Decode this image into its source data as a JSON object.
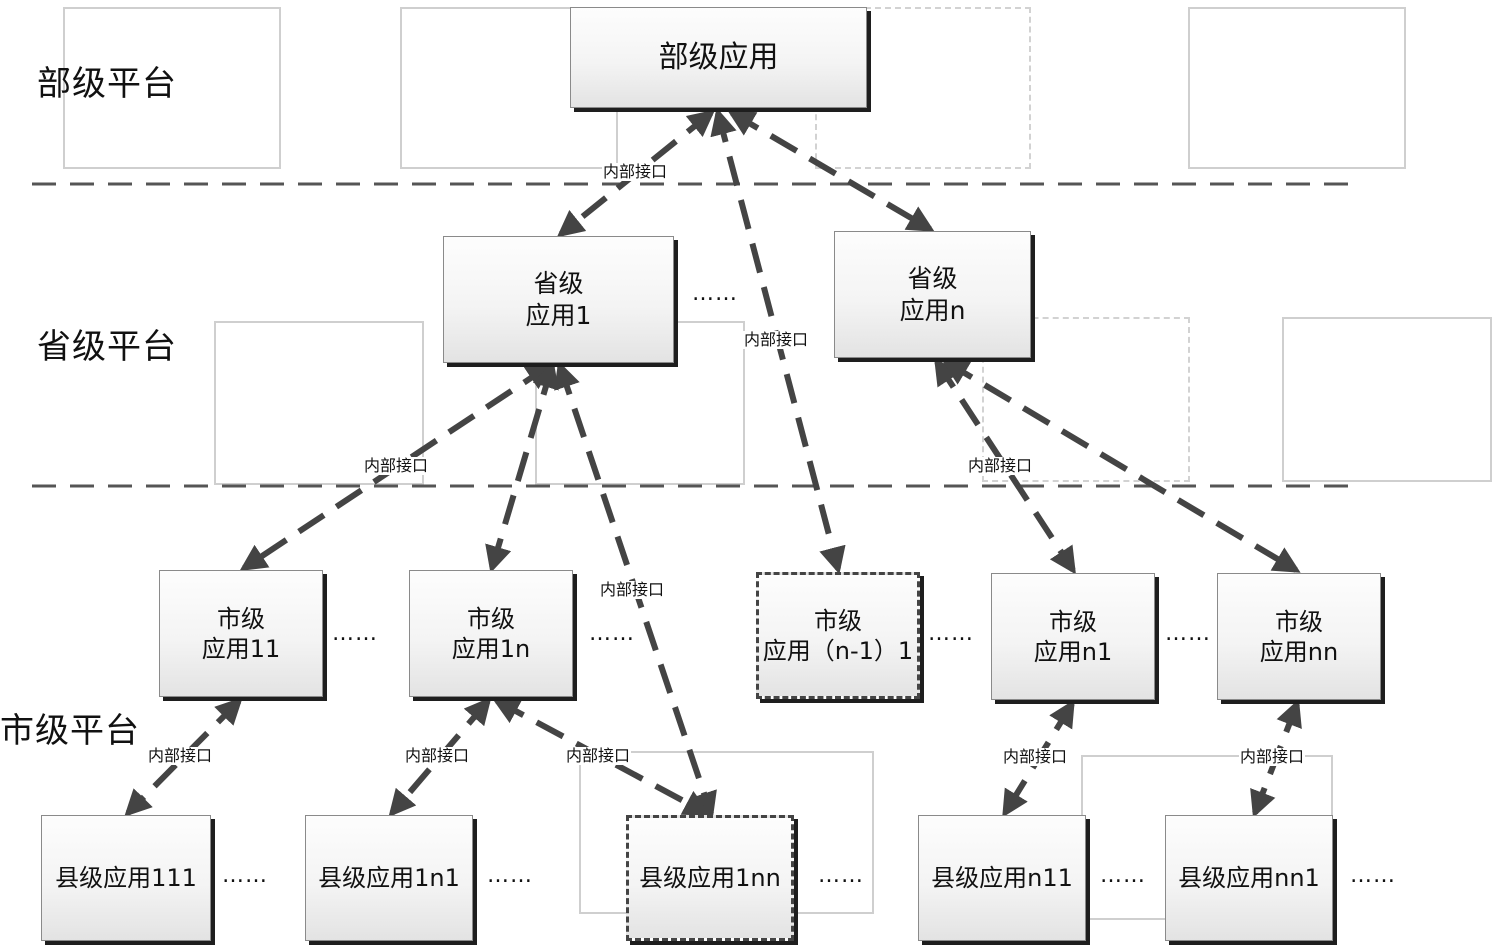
{
  "platforms": {
    "ministry": "部级平台",
    "province": "省级平台",
    "city": "市级平台"
  },
  "nodes": {
    "ministry_app": "部级应用",
    "province_app_1": [
      "省级",
      "应用1"
    ],
    "province_app_n": [
      "省级",
      "应用n"
    ],
    "city_app_11": [
      "市级",
      "应用11"
    ],
    "city_app_1n": [
      "市级",
      "应用1n"
    ],
    "city_app_n1_1": [
      "市级",
      "应用（n-1）1"
    ],
    "city_app_n1": [
      "市级",
      "应用n1"
    ],
    "city_app_nn": [
      "市级",
      "应用nn"
    ],
    "county_app_111": "县级应用111",
    "county_app_1n1": "县级应用1n1",
    "county_app_1nn": "县级应用1nn",
    "county_app_n11": "县级应用n11",
    "county_app_nn1": "县级应用nn1"
  },
  "interface_label": "内部接口",
  "ellipsis": "……",
  "colors": {
    "connector": "#444444",
    "platform_divider": "#555555",
    "node_shadow": "#1e1e1e",
    "ghost_frame": "#cfcfcf"
  }
}
